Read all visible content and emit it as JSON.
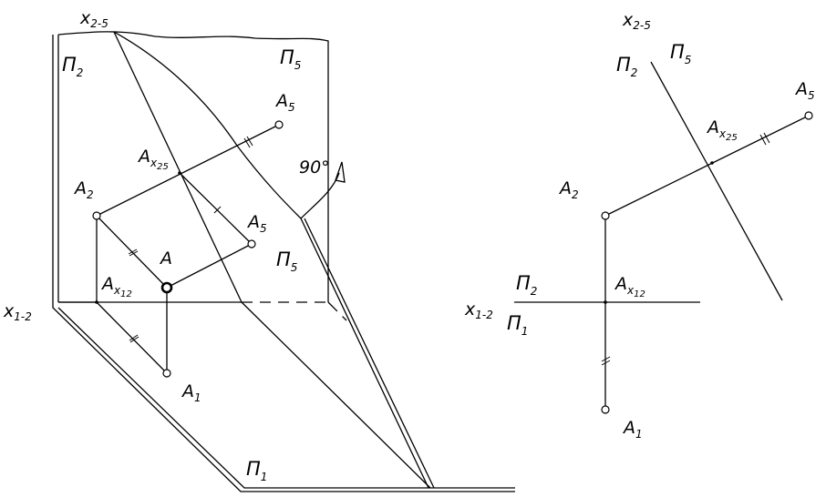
{
  "left_figure": {
    "axis_x25_main": "x",
    "axis_x25_sub": "2-5",
    "axis_x12_main": "x",
    "axis_x12_sub": "1-2",
    "plane_pi2_main": "П",
    "plane_pi2_sub": "2",
    "plane_pi5_main": "П",
    "plane_pi5_sub": "5",
    "plane_pi5b_main": "П",
    "plane_pi5b_sub": "5",
    "plane_pi1_main": "П",
    "plane_pi1_sub": "1",
    "point_a5_top_main": "A",
    "point_a5_top_sub": "5",
    "point_ax25_main": "A",
    "point_ax25_sub": "x",
    "point_ax25_subsub": "25",
    "point_a2_main": "A",
    "point_a2_sub": "2",
    "point_a5_low_main": "A",
    "point_a5_low_sub": "5",
    "point_a_main": "A",
    "point_ax12_main": "A",
    "point_ax12_sub": "x",
    "point_ax12_subsub": "12",
    "point_a1_main": "A",
    "point_a1_sub": "1",
    "rotation_angle": "90°"
  },
  "right_figure": {
    "axis_x25_main": "x",
    "axis_x25_sub": "2-5",
    "plane_pi2_main": "П",
    "plane_pi2_sub": "2",
    "plane_pi5_main": "П",
    "plane_pi5_sub": "5",
    "point_a5_main": "A",
    "point_a5_sub": "5",
    "point_ax25_main": "A",
    "point_ax25_sub": "x",
    "point_ax25_subsub": "25",
    "point_a2_main": "A",
    "point_a2_sub": "2",
    "axis_x12_main": "x",
    "axis_x12_sub": "1-2",
    "frac_pi2_main": "П",
    "frac_pi2_sub": "2",
    "frac_pi1_main": "П",
    "frac_pi1_sub": "1",
    "point_ax12_main": "A",
    "point_ax12_sub": "x",
    "point_ax12_subsub": "12",
    "point_a1_main": "A",
    "point_a1_sub": "1"
  }
}
